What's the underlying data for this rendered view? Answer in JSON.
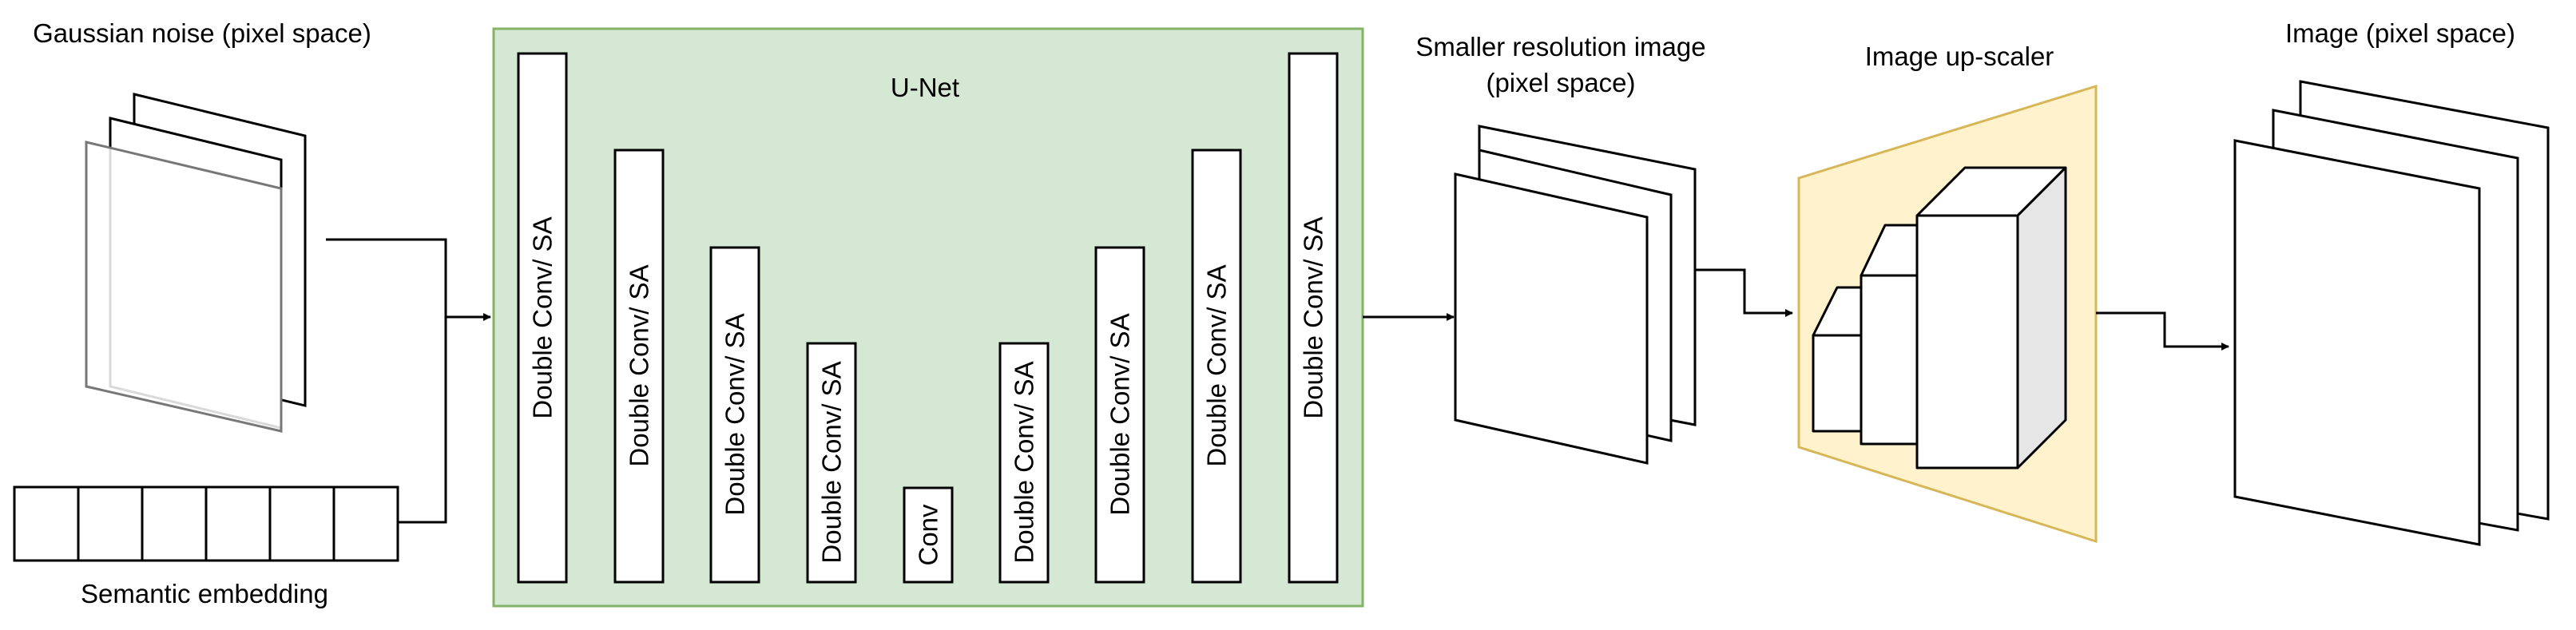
{
  "title_labels": {
    "noise": "Gaussian noise (pixel space)",
    "embedding": "Semantic embedding",
    "unet": "U-Net",
    "small_image_line1": "Smaller resolution image",
    "small_image_line2": "(pixel space)",
    "upscaler": "Image up-scaler",
    "output": "Image (pixel space)"
  },
  "unet_blocks": [
    "Double Conv/ SA",
    "Double Conv/ SA",
    "Double Conv/ SA",
    "Double Conv/ SA",
    "Conv",
    "Double Conv/ SA",
    "Double Conv/ SA",
    "Double Conv/ SA",
    "Double Conv/ SA"
  ],
  "colors": {
    "unet_fill": "#d5e8d4",
    "unet_stroke": "#82b366",
    "upscaler_fill": "#fff2cc",
    "upscaler_stroke": "#d6b656",
    "cube_side": "#e6e6e6"
  }
}
